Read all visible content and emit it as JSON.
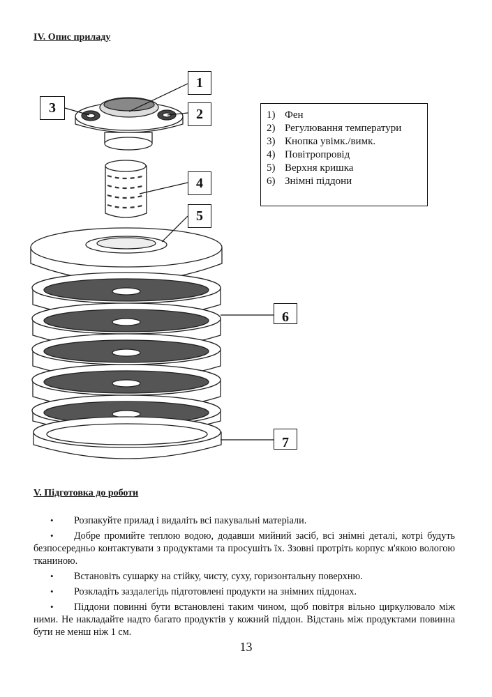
{
  "section4": {
    "title": "IV. Опис приладу"
  },
  "callouts": [
    "1",
    "2",
    "3",
    "4",
    "5",
    "6",
    "7"
  ],
  "legend": [
    {
      "num": "1)",
      "text": "Фен"
    },
    {
      "num": "2)",
      "text": "Регулювання температури"
    },
    {
      "num": "3)",
      "text": "Кнопка увімк./вимк."
    },
    {
      "num": "4)",
      "text": "Повітропровід"
    },
    {
      "num": "5)",
      "text": "Верхня кришка"
    },
    {
      "num": "6)",
      "text": "Знімні піддони"
    }
  ],
  "section5": {
    "title": "V. Підготовка до роботи",
    "bullet": "•",
    "items": [
      "Розпакуйте прилад і видаліть всі пакувальні матеріали.",
      "Добре промийте теплою водою, додавши мийний засіб, всі знімні деталі, котрі будуть безпосередньо контактувати з продуктами та просушіть їх. Ззовні протріть корпус м'якою вологою тканиною.",
      "Встановіть сушарку на стійку, чисту, суху, горизонтальну поверхню.",
      "Розкладіть заздалегідь підготовлені продукти на знімних піддонах.",
      "Піддони повинні бути встановлені таким чином, щоб повітря вільно циркулювало між ними. Не накладайте надто багато продуктів у кожний піддон. Відстань між продуктами повинна бути не менш ніж 1 см."
    ]
  },
  "page_number": "13"
}
